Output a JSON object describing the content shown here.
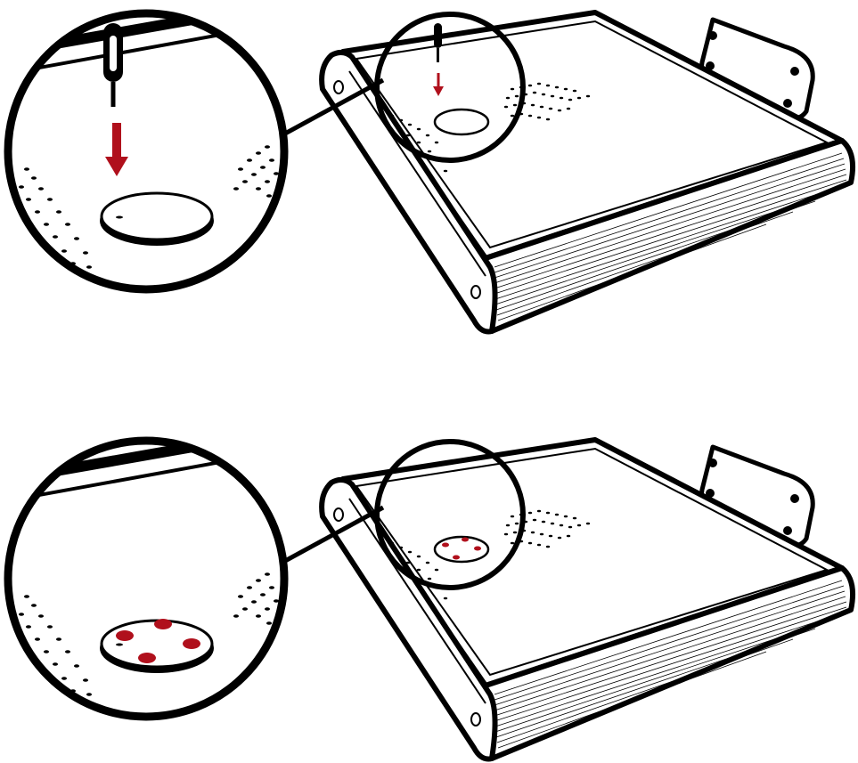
{
  "colors": {
    "ink": "#000000",
    "paper": "#ffffff",
    "accent_red": "#b0101c"
  },
  "steps": [
    {
      "id": "step-1",
      "drawer_device": "device-box",
      "action": "pipette-drop",
      "has_drop_arrow": true,
      "drops_on_pad": 0
    },
    {
      "id": "step-2",
      "drawer_device": "device-box",
      "action": "drops-on-pad",
      "has_drop_arrow": false,
      "drops_on_pad": 4
    }
  ],
  "icons": {
    "pipette": "pipette-icon",
    "arrow": "down-arrow-icon",
    "pad": "round-pad-icon"
  }
}
